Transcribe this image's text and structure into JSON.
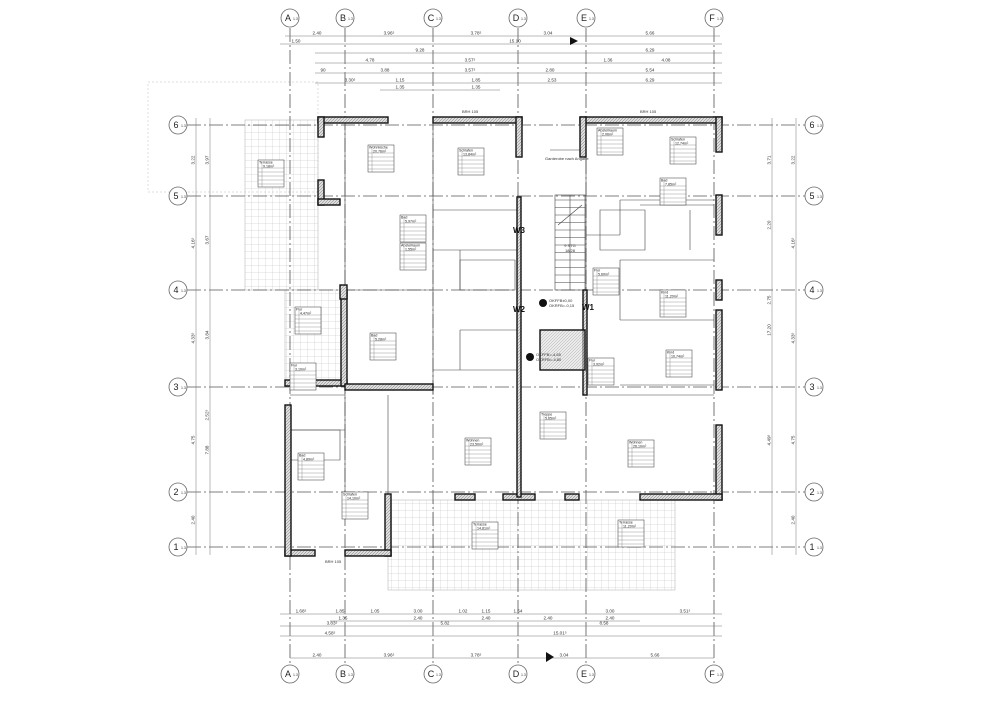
{
  "grid": {
    "columns": [
      "A",
      "B",
      "C",
      "D",
      "E",
      "F"
    ],
    "rows": [
      "6",
      "5",
      "4",
      "3",
      "2",
      "1"
    ],
    "suffix": "1.3"
  },
  "dimensions": {
    "top": [
      [
        "2.40",
        "3.96⁵",
        "3.78⁵",
        "3.04",
        "5.66"
      ],
      [
        "1.50",
        "15.10"
      ],
      [
        "9.28",
        "6.29"
      ],
      [
        "4.78",
        "3.57⁵",
        "1.36",
        "4.08"
      ],
      [
        "90",
        "3.88",
        "3.57⁵",
        "2.80",
        "5.54"
      ],
      [
        "3.30⁵",
        "1.15",
        "1.85",
        "2.53",
        "6.29"
      ],
      [
        "1.35",
        "1.35"
      ]
    ],
    "bottom": [
      [
        "1.68⁵",
        "1.85",
        "1.05",
        "3.00",
        "1.02",
        "1.15",
        "1.54",
        "3.00",
        "3.51⁵"
      ],
      [
        "1.35",
        "2.40",
        "2.40",
        "2.40",
        "2.40"
      ],
      [
        "3.83⁵",
        "5.82",
        "8.58"
      ],
      [
        "4.58⁵",
        "15.01⁵"
      ],
      [
        "2.40",
        "3.96⁵",
        "3.78⁵",
        "3.04",
        "5.66"
      ]
    ],
    "left": [
      "3.22",
      "4.16⁵",
      "4.33⁵",
      "4.75",
      "2.40"
    ],
    "left_inner": [
      "3.97",
      "3.67",
      "3.84",
      "2.52⁵",
      "7.88"
    ],
    "right": [
      "3.22",
      "4.16⁵",
      "4.33⁵",
      "4.75",
      "2.40"
    ],
    "right_inner": [
      "3.71",
      "2.20",
      "2.75",
      "4.49⁵",
      "17.20"
    ]
  },
  "walls_labels": [
    "W1",
    "W2",
    "W3"
  ],
  "levels": [
    "OKFFB±0,00",
    "OKRFB=-0,15",
    "OKFFB=-4,65",
    "OKRFB=-4,80"
  ],
  "notes": {
    "brh_top_1": "BRH 105",
    "brh_top_2": "BRH 105",
    "brh_bottom": "BRH 105",
    "garderobe": "Garderobe nach Angabe"
  },
  "rooms": [
    {
      "name": "Wohnküche",
      "area": "20,76m²"
    },
    {
      "name": "Schlafen",
      "area": "13,84m²"
    },
    {
      "name": "Bad",
      "area": "5,97m²"
    },
    {
      "name": "Abstellraum",
      "area": "1,55m²"
    },
    {
      "name": "Terrasse",
      "area": "9,18m²"
    },
    {
      "name": "Flur",
      "area": "4,47m²"
    },
    {
      "name": "Bad",
      "area": "5,28m²"
    },
    {
      "name": "Flur",
      "area": "3,10m²"
    },
    {
      "name": "Wohnen",
      "area": "23,50m²"
    },
    {
      "name": "Bad",
      "area": "4,89m²"
    },
    {
      "name": "Schlafen",
      "area": "14,10m²"
    },
    {
      "name": "Terrasse",
      "area": "14,81m²"
    },
    {
      "name": "Abstellraum",
      "area": "2,06m²"
    },
    {
      "name": "Schlafen",
      "area": "12,74m²"
    },
    {
      "name": "Bad",
      "area": "7,85m²"
    },
    {
      "name": "Flur",
      "area": "5,60m²"
    },
    {
      "name": "Kind",
      "area": "11,20m²"
    },
    {
      "name": "Kind",
      "area": "10,74m²"
    },
    {
      "name": "Flur",
      "area": "3,92m²"
    },
    {
      "name": "Wohnen",
      "area": "26,10m²"
    },
    {
      "name": "Terrasse",
      "area": "11,20m²"
    },
    {
      "name": "Treppe",
      "area": "5,65m²"
    }
  ],
  "stair": {
    "label": "9 STG",
    "sub": "18/28"
  }
}
